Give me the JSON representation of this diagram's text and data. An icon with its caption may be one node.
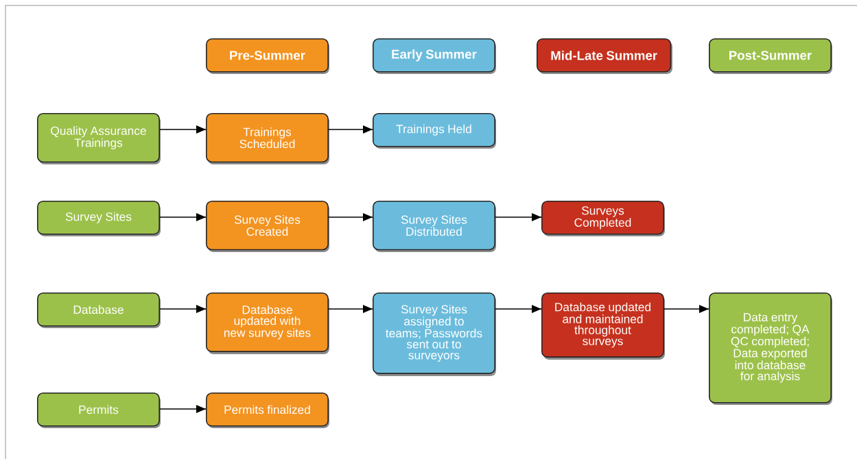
{
  "diagram": {
    "nodes": [
      {
        "text": [
          "Pre-Summer"
        ]
      },
      {
        "text": [
          "Early Summer"
        ]
      },
      {
        "text": [
          "Mid-Late Summer"
        ]
      },
      {
        "text": [
          "Post-Summer"
        ]
      },
      {
        "text": [
          "Quality Assurance Trainings"
        ]
      },
      {
        "text": [
          "Trainings Scheduled"
        ]
      },
      {
        "text": [
          "Trainings Held"
        ]
      },
      {
        "text": [
          "Survey Sites"
        ]
      },
      {
        "text": [
          "Survey Sites Created"
        ]
      },
      {
        "text": [
          "Survey Sites Distributed"
        ]
      },
      {
        "text": [
          "Surveys Completed"
        ]
      },
      {
        "text": [
          "Database"
        ]
      },
      {
        "text": [
          "Database updated with new survey sites"
        ]
      },
      {
        "text": [
          "Survey Sites assigned to teams; Passwords sent out to surveyors"
        ]
      },
      {
        "text": [
          "Database updated and maintained throughout surveys"
        ]
      },
      {
        "text": [
          "Data entry completed; QA QC completed; Data exported into database for analysis"
        ]
      },
      {
        "text": [
          "Permits"
        ]
      },
      {
        "text": [
          "Permits finalized"
        ]
      }
    ],
    "edges": [
      {
        "from": 4,
        "to": 5,
        "arrow": "to"
      },
      {
        "from": 5,
        "to": 6,
        "arrow": "to"
      },
      {
        "from": 7,
        "to": 8,
        "arrow": "to"
      },
      {
        "from": 8,
        "to": 9,
        "arrow": "to"
      },
      {
        "from": 9,
        "to": 10,
        "arrow": "to"
      },
      {
        "from": 11,
        "to": 12,
        "arrow": "to"
      },
      {
        "from": 12,
        "to": 13,
        "arrow": "to"
      },
      {
        "from": 13,
        "to": 14,
        "arrow": "to"
      },
      {
        "from": 14,
        "to": 15,
        "arrow": "to"
      },
      {
        "from": 16,
        "to": 17,
        "arrow": "to"
      }
    ]
  }
}
